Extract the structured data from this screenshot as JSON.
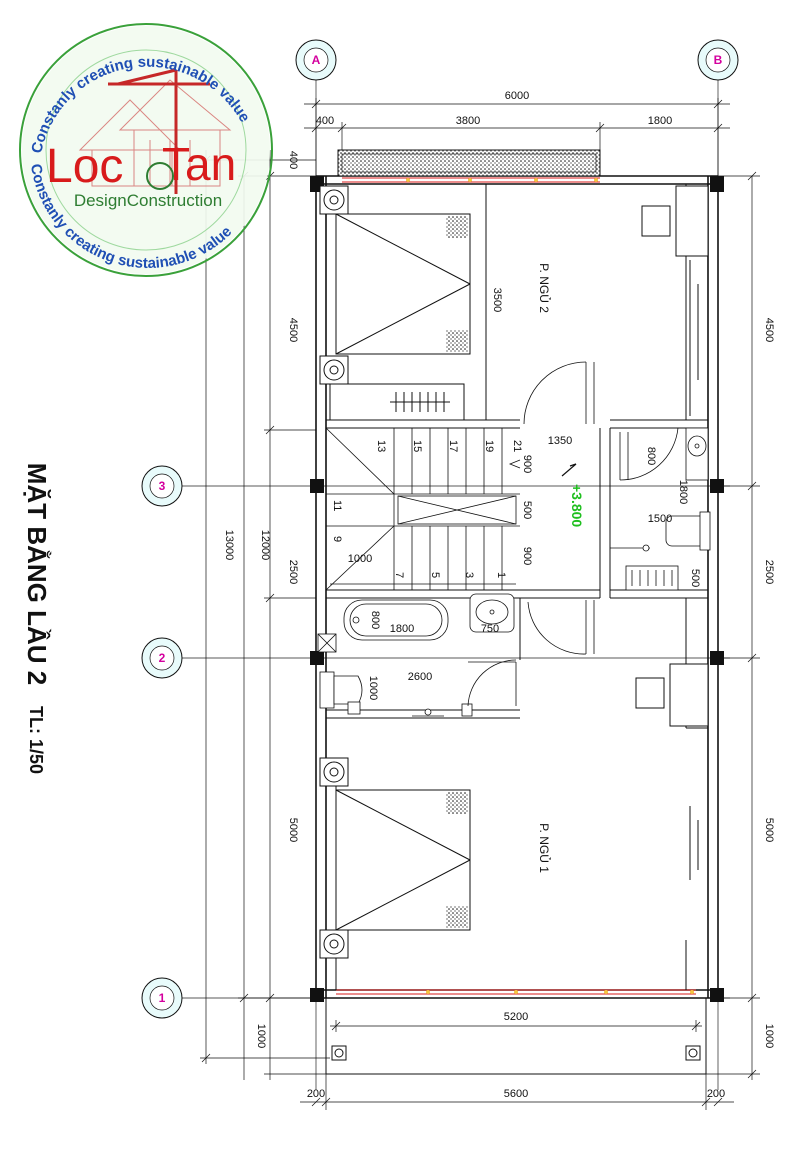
{
  "logo": {
    "name_part1": "Loc",
    "name_part2": "Tan",
    "tagline": "DesignConstruction",
    "ring_text": "Constanly creating sustainable value"
  },
  "grid_axes": {
    "top": [
      "A",
      "B"
    ],
    "left": [
      "3",
      "2",
      "1"
    ]
  },
  "dimensions": {
    "top_total": "6000",
    "top_left": "400",
    "top_mid": "3800",
    "top_right": "1800",
    "bottom_total": "5600",
    "bottom_left": "200",
    "bottom_right": "200",
    "bottom_inner": "5200",
    "left_overall": "13000",
    "left_inner": "12000",
    "left_segments": [
      "400",
      "4500",
      "2500",
      "5000",
      "1000"
    ],
    "right_segments": [
      "4500",
      "2500",
      "5000",
      "1000"
    ],
    "interior": {
      "d3500": "3500",
      "d1350": "1350",
      "d900a": "900",
      "d800a": "800",
      "d500a": "500",
      "d900b": "900",
      "d1000a": "1000",
      "d1500": "1500",
      "d1800a": "1800",
      "d500b": "500",
      "d800b": "800",
      "d1800b": "1800",
      "d750": "750",
      "d2600": "2600",
      "d1000b": "1000"
    }
  },
  "rooms": {
    "bedroom2": "P. NGỦ 2",
    "bedroom1": "P. NGỦ 1"
  },
  "stairs": {
    "steps_upper": [
      "13",
      "15",
      "17",
      "19",
      "21"
    ],
    "steps_mid": [
      "11",
      "9"
    ],
    "steps_lower": [
      "7",
      "5",
      "3",
      "1"
    ]
  },
  "level_mark": "+3.800",
  "title": {
    "main": "MẶT BẰNG LẦU 2",
    "scale": "TL: 1/50"
  },
  "colors": {
    "axis_magenta": "#d4009e",
    "level_green": "#1fbf1f",
    "window_red": "#d81b1b",
    "logo_red": "#d81b1b",
    "logo_green": "#2e7d32",
    "logo_blue": "#1f4fb4"
  }
}
